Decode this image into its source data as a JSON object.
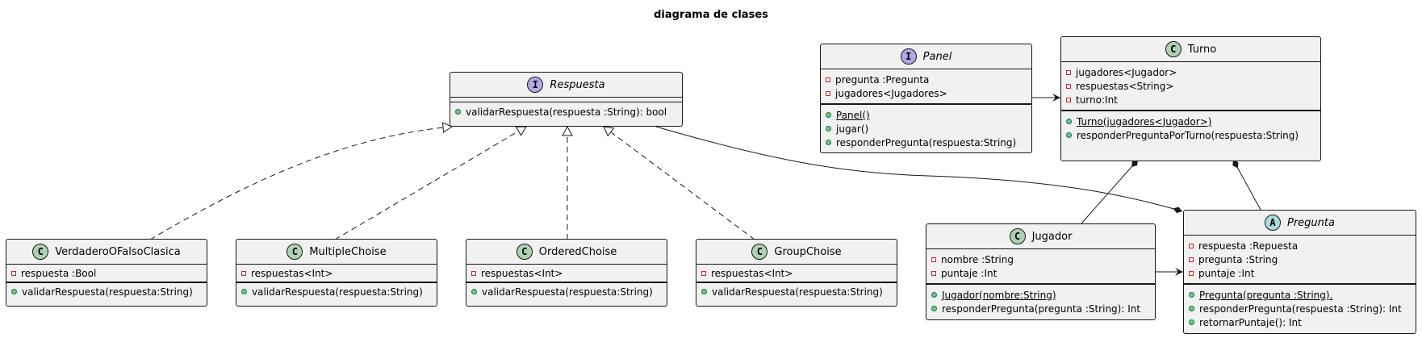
{
  "title": "diagrama de clases",
  "classes": {
    "respuesta": {
      "stereotype": "I",
      "name": "Respuesta",
      "attributes": [],
      "methods": [
        {
          "vis": "public",
          "text": "validarRespuesta(respuesta :String): bool"
        }
      ]
    },
    "panel": {
      "stereotype": "I",
      "name": "Panel",
      "attributes": [
        {
          "vis": "private",
          "text": "pregunta :Pregunta"
        },
        {
          "vis": "private",
          "text": "jugadores<Jugadores>"
        }
      ],
      "methods": [
        {
          "vis": "public",
          "text": "Panel()"
        },
        {
          "vis": "public",
          "text": "jugar()"
        },
        {
          "vis": "public",
          "text": "responderPregunta(respuesta:String)"
        }
      ]
    },
    "turno": {
      "stereotype": "C",
      "name": "Turno",
      "attributes": [
        {
          "vis": "private",
          "text": "jugadores<Jugador>"
        },
        {
          "vis": "private",
          "text": "respuestas<String>"
        },
        {
          "vis": "private",
          "text": "turno:Int"
        }
      ],
      "methods": [
        {
          "vis": "public",
          "text": "Turno(jugadores<Jugador>)"
        },
        {
          "vis": "public",
          "text": "responderPreguntaPorTurno(respuesta:String)"
        }
      ]
    },
    "verdadero": {
      "stereotype": "C",
      "name": "VerdaderoOFalsoClasica",
      "attributes": [
        {
          "vis": "private",
          "text": "respuesta :Bool"
        }
      ],
      "methods": [
        {
          "vis": "public",
          "text": "validarRespuesta(respuesta:String)"
        }
      ]
    },
    "multiple": {
      "stereotype": "C",
      "name": "MultipleChoise",
      "attributes": [
        {
          "vis": "private",
          "text": "respuestas<Int>"
        }
      ],
      "methods": [
        {
          "vis": "public",
          "text": "validarRespuesta(respuesta:String)"
        }
      ]
    },
    "ordered": {
      "stereotype": "C",
      "name": "OrderedChoise",
      "attributes": [
        {
          "vis": "private",
          "text": "respuestas<Int>"
        }
      ],
      "methods": [
        {
          "vis": "public",
          "text": "validarRespuesta(respuesta:String)"
        }
      ]
    },
    "group": {
      "stereotype": "C",
      "name": "GroupChoise",
      "attributes": [
        {
          "vis": "private",
          "text": "respuestas<Int>"
        }
      ],
      "methods": [
        {
          "vis": "public",
          "text": "validarRespuesta(respuesta:String)"
        }
      ]
    },
    "jugador": {
      "stereotype": "C",
      "name": "Jugador",
      "attributes": [
        {
          "vis": "private",
          "text": "nombre :String"
        },
        {
          "vis": "private",
          "text": "puntaje :Int"
        }
      ],
      "methods": [
        {
          "vis": "public",
          "text": "Jugador(nombre:String)"
        },
        {
          "vis": "public",
          "text": "responderPregunta(pregunta :String): Int"
        }
      ]
    },
    "pregunta": {
      "stereotype": "A",
      "name": "Pregunta",
      "attributes": [
        {
          "vis": "private",
          "text": "respuesta :Repuesta"
        },
        {
          "vis": "private",
          "text": "pregunta :String"
        },
        {
          "vis": "private",
          "text": "puntaje :Int"
        }
      ],
      "methods": [
        {
          "vis": "public",
          "text": "Pregunta(pregunta :String)."
        },
        {
          "vis": "public",
          "text": "responderPregunta(respuesta :String): Int"
        },
        {
          "vis": "public",
          "text": "retornarPuntaje(): Int"
        }
      ]
    }
  }
}
